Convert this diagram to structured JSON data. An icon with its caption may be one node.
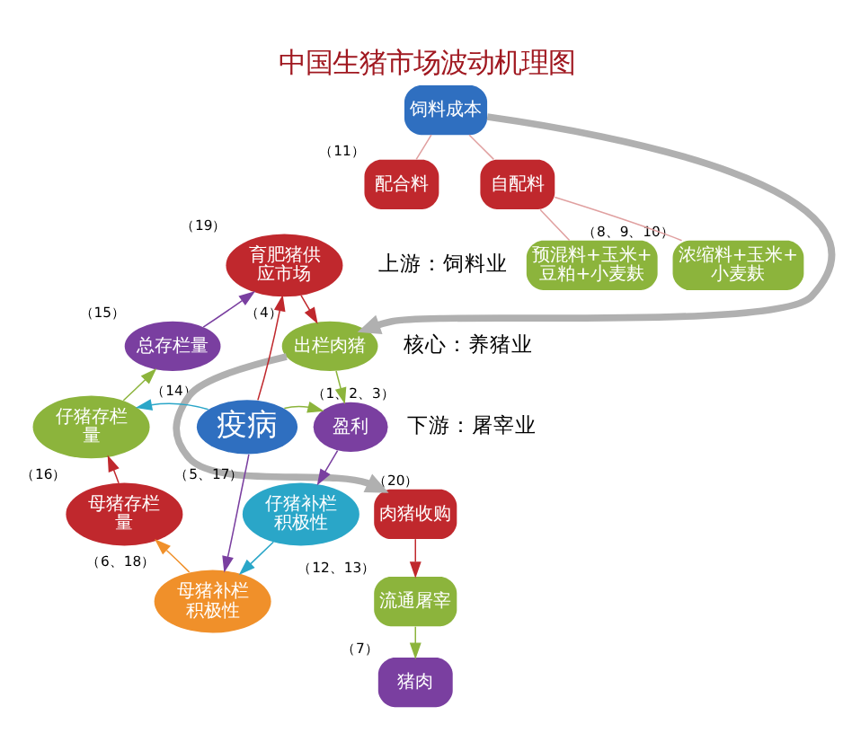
{
  "diagram": {
    "title": "中国生猪市场波动机理图",
    "nodes": [
      {
        "text": [
          "饲料成本"
        ]
      },
      {
        "text": [
          "自配料"
        ]
      },
      {
        "text": [
          "配合料"
        ],
        "beside": [
          "（11）"
        ]
      },
      {
        "text": [
          "预混料+玉米+豆粕+小麦麸"
        ]
      },
      {
        "text": [
          "浓缩料+玉米+小麦麸"
        ],
        "beside": [
          "（8、9、10）"
        ]
      },
      {
        "text": [
          "育肥猪供应市场"
        ],
        "beside": [
          "（19）"
        ]
      },
      {
        "text": [
          "出栏肉猪"
        ],
        "beside": [
          "（4）"
        ]
      },
      {
        "text": [
          "盈利"
        ],
        "beside": [
          "（1、2、3）"
        ]
      },
      {
        "text": [
          "仔猪补栏积极性"
        ],
        "beside": [
          "（5、17）"
        ]
      },
      {
        "text": [
          "母猪补栏积极性"
        ],
        "beside": [
          "（6、18）"
        ]
      },
      {
        "text": [
          "母猪存栏量"
        ],
        "beside": [
          "（16）"
        ]
      },
      {
        "text": [
          "仔猪存栏量"
        ]
      },
      {
        "text": [
          "总存栏量"
        ],
        "beside": [
          "（15）"
        ]
      },
      {
        "text": [
          "疫病"
        ],
        "beside": [
          "（14）"
        ]
      },
      {
        "text": [
          "肉猪收购"
        ],
        "beside": [
          "（20）"
        ]
      },
      {
        "text": [
          "流通屠宰"
        ],
        "beside": [
          "（12、13）"
        ]
      },
      {
        "text": [
          "猪肉"
        ],
        "beside": [
          "（7）"
        ]
      }
    ],
    "edges": [
      {
        "from": 0,
        "to": 1,
        "arrow": "none"
      },
      {
        "from": 0,
        "to": 2,
        "arrow": "none"
      },
      {
        "from": 1,
        "to": 3,
        "arrow": "none"
      },
      {
        "from": 1,
        "to": 4,
        "arrow": "none"
      },
      {
        "from": 0,
        "to": 6,
        "arrow": "to",
        "style": "thick",
        "color": "#b0b0b0"
      },
      {
        "from": 6,
        "to": 14,
        "arrow": "to",
        "style": "thick",
        "color": "#b0b0b0"
      },
      {
        "from": 5,
        "to": 6,
        "arrow": "to",
        "color": "#c0282d"
      },
      {
        "from": 6,
        "to": 7,
        "arrow": "to",
        "color": "#8cb43c"
      },
      {
        "from": 7,
        "to": 8,
        "arrow": "to",
        "color": "#7a3fa0"
      },
      {
        "from": 8,
        "to": 9,
        "arrow": "to",
        "color": "#2aa6c8"
      },
      {
        "from": 9,
        "to": 10,
        "arrow": "to",
        "color": "#f0902a"
      },
      {
        "from": 10,
        "to": 11,
        "arrow": "to",
        "color": "#c0282d"
      },
      {
        "from": 11,
        "to": 12,
        "arrow": "to",
        "color": "#8cb43c"
      },
      {
        "from": 12,
        "to": 5,
        "arrow": "to",
        "color": "#7a3fa0"
      },
      {
        "from": 13,
        "to": 5,
        "arrow": "to",
        "color": "#c0282d"
      },
      {
        "from": 13,
        "to": 7,
        "arrow": "to",
        "color": "#8cb43c"
      },
      {
        "from": 13,
        "to": 9,
        "arrow": "to",
        "color": "#7a3fa0"
      },
      {
        "from": 13,
        "to": 11,
        "arrow": "to",
        "color": "#2aa6c8"
      },
      {
        "from": 14,
        "to": 15,
        "arrow": "to",
        "color": "#c0282d"
      },
      {
        "from": 15,
        "to": 16,
        "arrow": "to",
        "color": "#8cb43c"
      }
    ],
    "labels": [
      "上游：饲料业",
      "核心：养猪业",
      "下游：屠宰业"
    ]
  }
}
